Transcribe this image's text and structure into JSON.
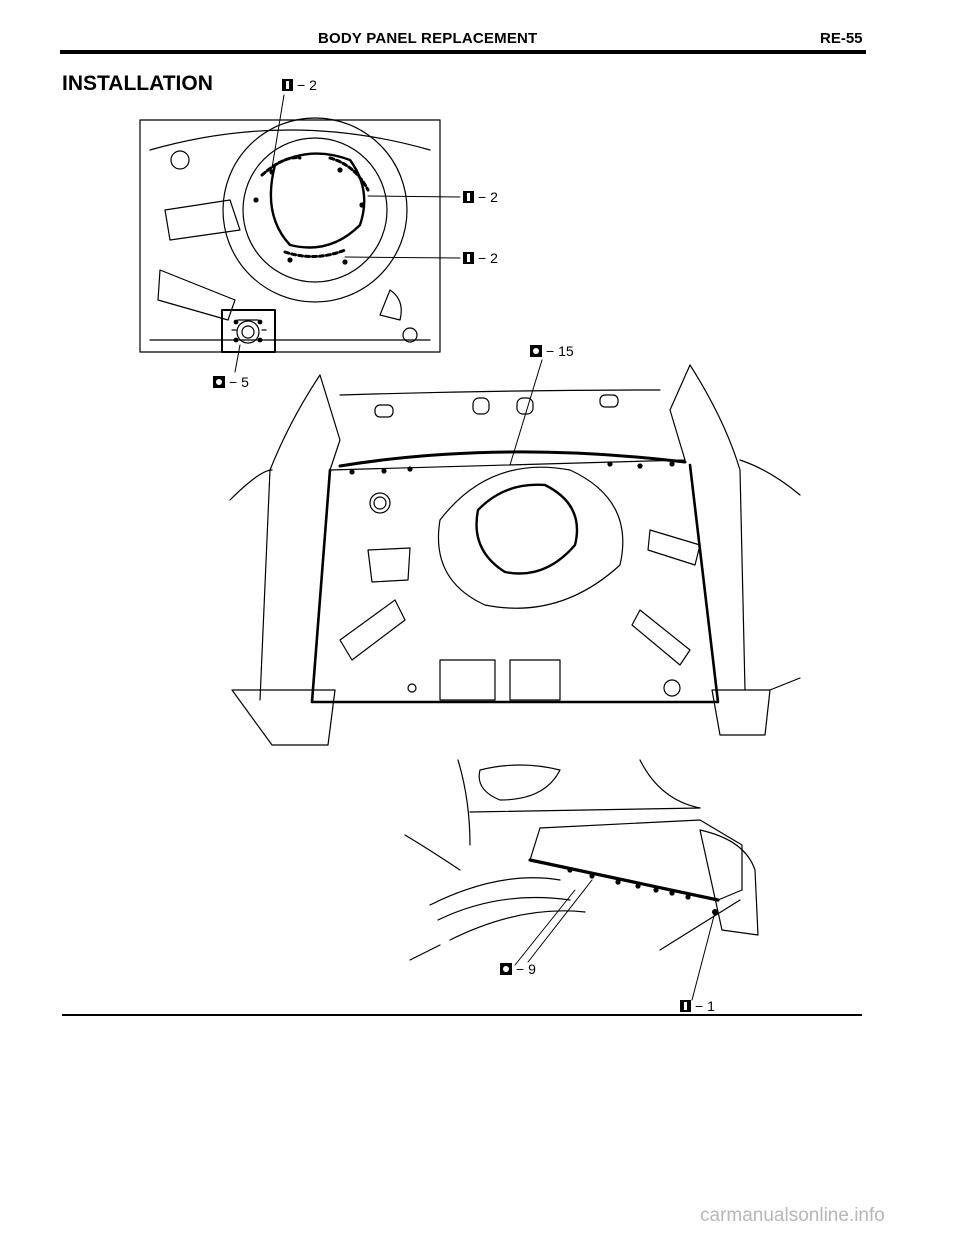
{
  "header": {
    "title": "BODY PANEL REPLACEMENT",
    "page": "RE-55"
  },
  "section": {
    "title": "INSTALLATION"
  },
  "callouts": {
    "c1": {
      "text": "− 2",
      "symbol": "spot-weld-icon"
    },
    "c2": {
      "text": "− 2",
      "symbol": "spot-weld-icon"
    },
    "c3": {
      "text": "− 2",
      "symbol": "spot-weld-icon"
    },
    "c4": {
      "text": "− 5",
      "symbol": "plug-weld-icon"
    },
    "c5": {
      "text": "− 15",
      "symbol": "plug-weld-icon"
    },
    "c6": {
      "text": "− 9",
      "symbol": "plug-weld-icon"
    },
    "c7": {
      "text": "− 1",
      "symbol": "spot-weld-icon"
    }
  },
  "footer": {
    "watermark": "carmanualsonline.info"
  }
}
